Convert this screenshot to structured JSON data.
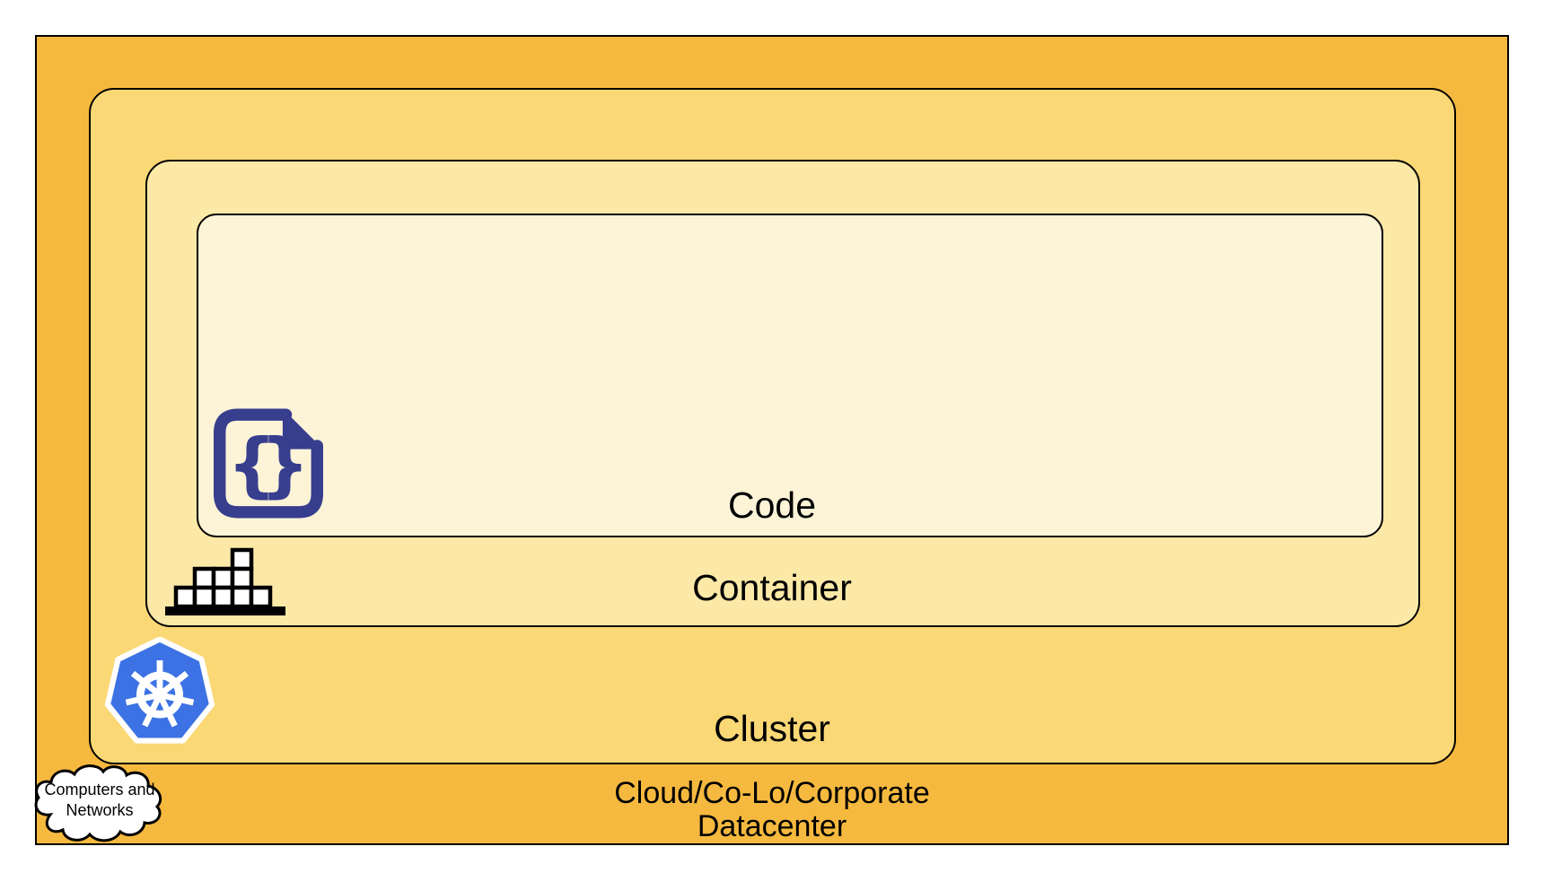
{
  "layers": {
    "code": {
      "label": "Code",
      "fill": "#FDF4D8"
    },
    "container": {
      "label": "Container",
      "fill": "#FCE9A7"
    },
    "cluster": {
      "label": "Cluster",
      "fill": "#FBD876"
    },
    "datacenter": {
      "line1": "Cloud/Co-Lo/Corporate",
      "line2": "Datacenter",
      "fill": "#F6B93F"
    }
  },
  "cloud_callout": {
    "line1": "Computers and",
    "line2": "Networks",
    "fill": "#FFFFFF",
    "border": "#000000"
  },
  "icons": {
    "code_file": {
      "name": "code-file-icon",
      "color": "#373E8E"
    },
    "bricks": {
      "name": "container-bricks-icon",
      "brick_fill": "#FFFFFF",
      "outline": "#000000"
    },
    "kubernetes": {
      "name": "kubernetes-icon",
      "color": "#3C72E3",
      "wheel": "#FFFFFF"
    }
  },
  "style": {
    "border_color": "#000000",
    "text_color": "#000000",
    "page_background": "#FFFFFF"
  }
}
